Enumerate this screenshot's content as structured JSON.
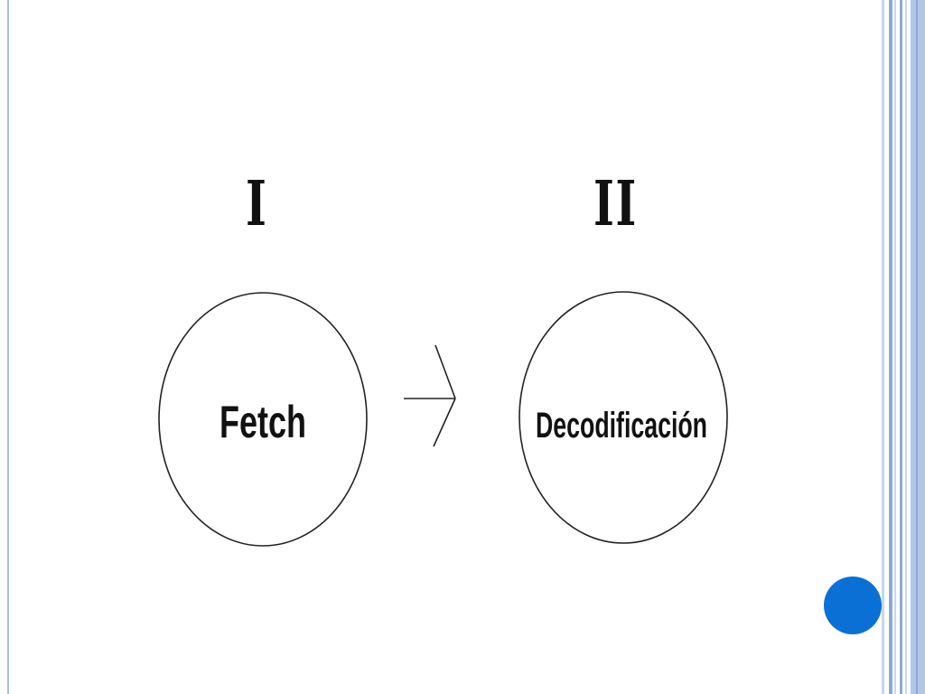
{
  "diagram": {
    "stages": [
      {
        "numeral": "I",
        "label": "Fetch"
      },
      {
        "numeral": "II",
        "label": "Decodificación"
      }
    ]
  },
  "colors": {
    "accent": "#0a70d6",
    "border_light": "#a9bfe0",
    "stripe_dark": "#7f9ccd",
    "ink": "#111111"
  }
}
